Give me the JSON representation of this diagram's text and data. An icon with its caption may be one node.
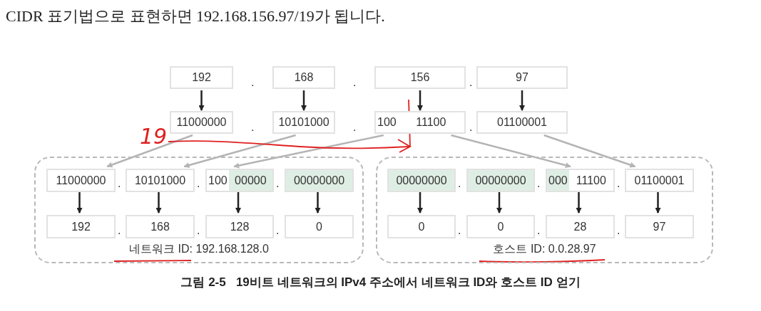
{
  "diagram": {
    "title": "CIDR 표기법으로 표현하면 192.168.156.97/19가 됩니다.",
    "caption": "**그림 2-5**   19비트 네트워크의 IPv4 주소에서 네트워크 ID와 호스트 ID 얻기",
    "nodes": [
      {
        "text": [
          "192"
        ]
      },
      {
        "text": [
          "168"
        ]
      },
      {
        "text": [
          "156"
        ]
      },
      {
        "text": [
          "97"
        ]
      },
      {
        "text": [
          "11000000"
        ]
      },
      {
        "text": [
          "10101000"
        ]
      },
      {
        "text": [
          "100",
          "11100"
        ]
      },
      {
        "text": [
          "01100001"
        ]
      },
      {
        "text": [
          "네트워크 ID: 192.168.128.0"
        ]
      },
      {
        "text": [
          "11000000"
        ],
        "in": 8
      },
      {
        "text": [
          "10101000"
        ],
        "in": 8
      },
      {
        "text": [
          "100",
          "00000"
        ],
        "in": 8
      },
      {
        "text": [
          "00000000"
        ],
        "in": 8
      },
      {
        "text": [
          "192"
        ],
        "in": 8
      },
      {
        "text": [
          "168"
        ],
        "in": 8
      },
      {
        "text": [
          "128"
        ],
        "in": 8
      },
      {
        "text": [
          "0"
        ],
        "in": 8
      },
      {
        "text": [
          "호스트 ID: 0.0.28.97"
        ]
      },
      {
        "text": [
          "00000000"
        ],
        "in": 17
      },
      {
        "text": [
          "00000000"
        ],
        "in": 17
      },
      {
        "text": [
          "000",
          "11100"
        ],
        "in": 17
      },
      {
        "text": [
          "01100001"
        ],
        "in": 17
      },
      {
        "text": [
          "0"
        ],
        "in": 17
      },
      {
        "text": [
          "0"
        ],
        "in": 17
      },
      {
        "text": [
          "28"
        ],
        "in": 17
      },
      {
        "text": [
          "97"
        ],
        "in": 17
      }
    ],
    "edges": [
      {
        "from": 0,
        "to": 4,
        "arrow": "to"
      },
      {
        "from": 1,
        "to": 5,
        "arrow": "to"
      },
      {
        "from": 2,
        "to": 6,
        "arrow": "to"
      },
      {
        "from": 3,
        "to": 7,
        "arrow": "to"
      },
      {
        "from": 4,
        "to": 9,
        "arrow": "to",
        "color": "#b4b4b4"
      },
      {
        "from": 5,
        "to": 10,
        "arrow": "to",
        "color": "#b4b4b4"
      },
      {
        "from": 6,
        "to": 11,
        "arrow": "to",
        "color": "#b4b4b4"
      },
      {
        "from": 6,
        "to": 20,
        "arrow": "to",
        "color": "#b4b4b4"
      },
      {
        "from": 7,
        "to": 21,
        "arrow": "to",
        "color": "#b4b4b4"
      },
      {
        "from": 9,
        "to": 13,
        "arrow": "to"
      },
      {
        "from": 10,
        "to": 14,
        "arrow": "to"
      },
      {
        "from": 11,
        "to": 15,
        "arrow": "to"
      },
      {
        "from": 12,
        "to": 16,
        "arrow": "to"
      },
      {
        "from": 18,
        "to": 22,
        "arrow": "to"
      },
      {
        "from": 19,
        "to": 23,
        "arrow": "to"
      },
      {
        "from": 20,
        "to": 24,
        "arrow": "to"
      },
      {
        "from": 21,
        "to": 25,
        "arrow": "to"
      }
    ],
    "labels": [
      "19",
      ".",
      ".",
      ".",
      ".",
      ".",
      ".",
      ".",
      ".",
      ".",
      ".",
      ".",
      ".",
      ".",
      ".",
      ".",
      ".",
      ".",
      "."
    ]
  }
}
